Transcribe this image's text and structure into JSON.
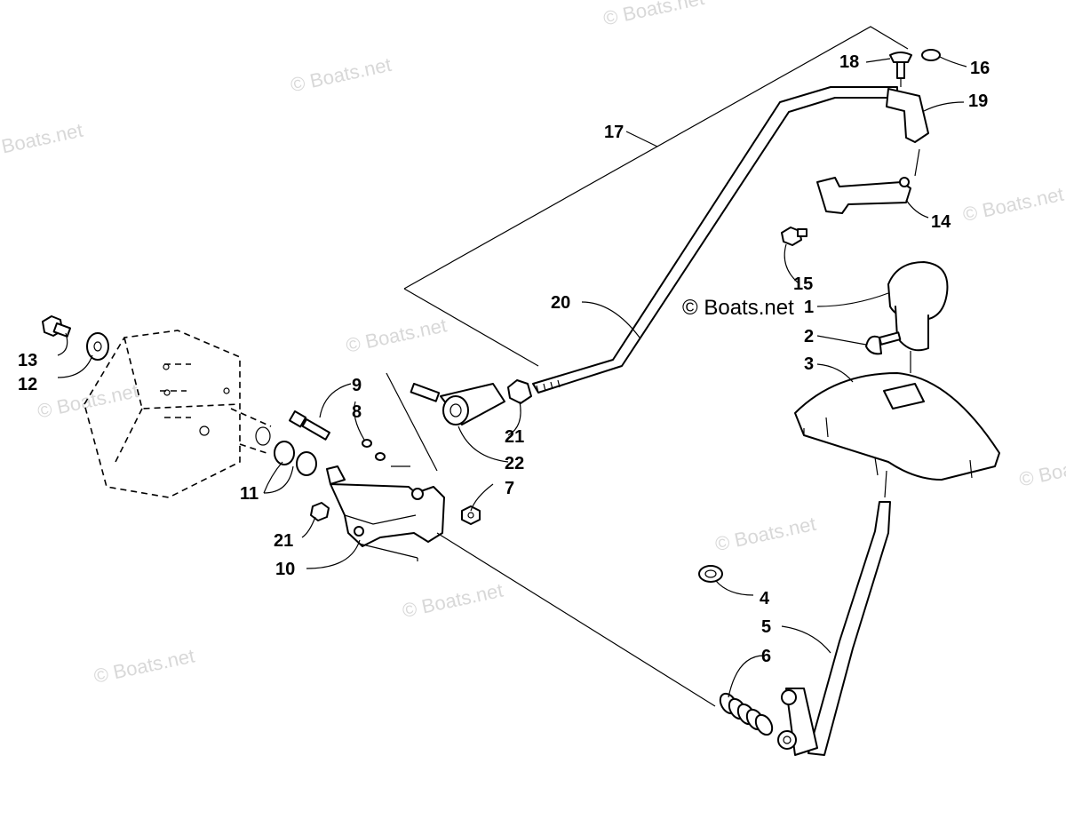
{
  "watermark": {
    "text": "© Boats.net",
    "center_text": "© Boats.net"
  },
  "callouts": {
    "c1": "1",
    "c2": "2",
    "c3": "3",
    "c4": "4",
    "c5": "5",
    "c6": "6",
    "c7": "7",
    "c8": "8",
    "c9": "9",
    "c10": "10",
    "c11": "11",
    "c12": "12",
    "c13": "13",
    "c14": "14",
    "c15": "15",
    "c16": "16",
    "c17": "17",
    "c18": "18",
    "c19": "19",
    "c20": "20",
    "c21a": "21",
    "c21b": "21",
    "c22": "22"
  }
}
